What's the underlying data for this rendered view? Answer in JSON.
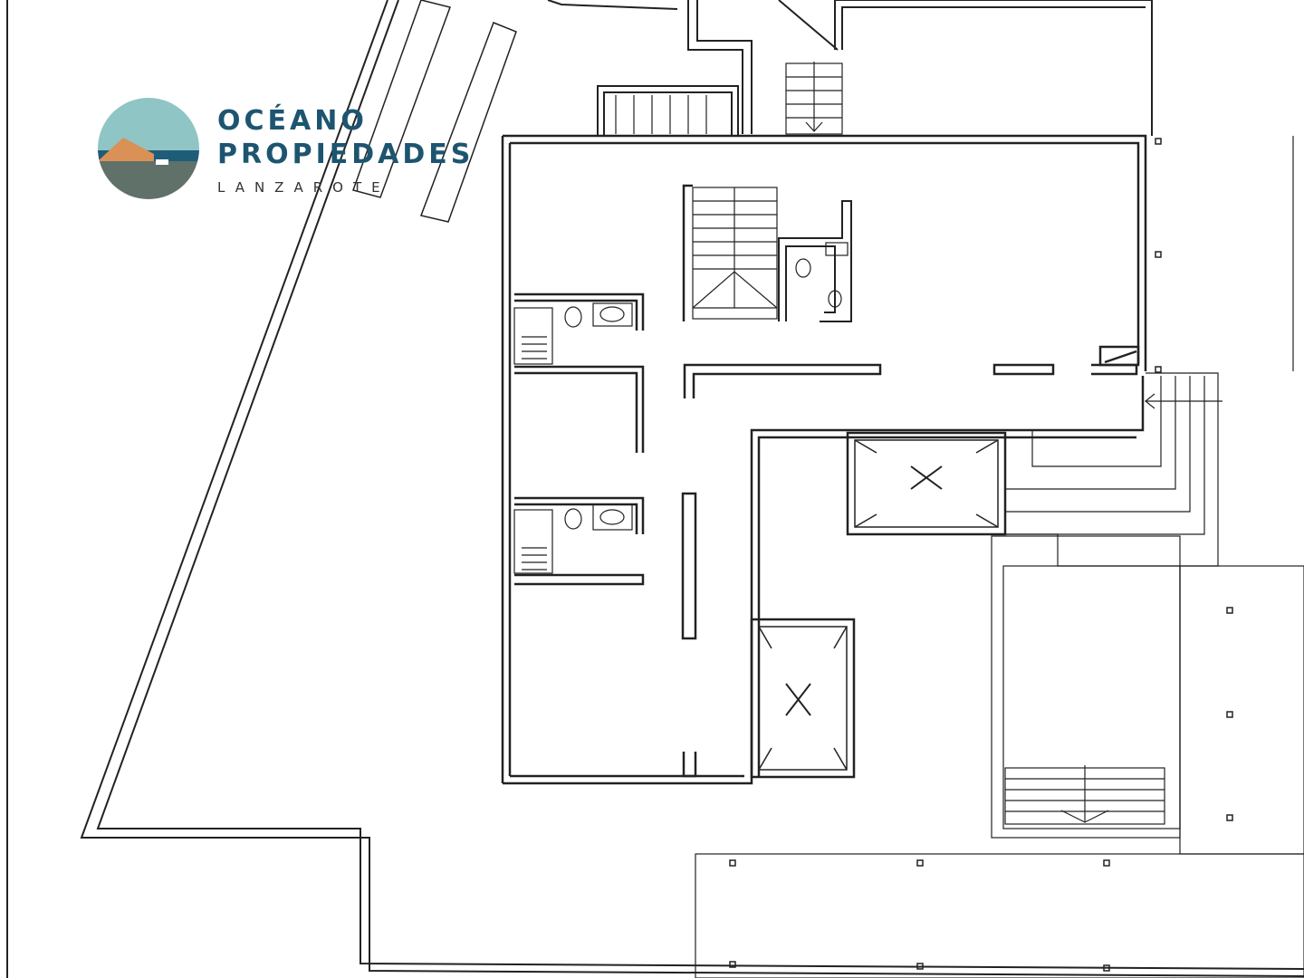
{
  "logo": {
    "line1": "OCÉANO",
    "line2": "PROPIEDADES",
    "line3": "LANZAROTE",
    "colors": {
      "sky": "#8fc5c4",
      "sea": "#1f5c78",
      "sand": "#d99155",
      "ground": "#5f7169",
      "text": "#1d5570"
    }
  },
  "plan": {
    "line_color": "#222222",
    "background": "#ffffff"
  }
}
